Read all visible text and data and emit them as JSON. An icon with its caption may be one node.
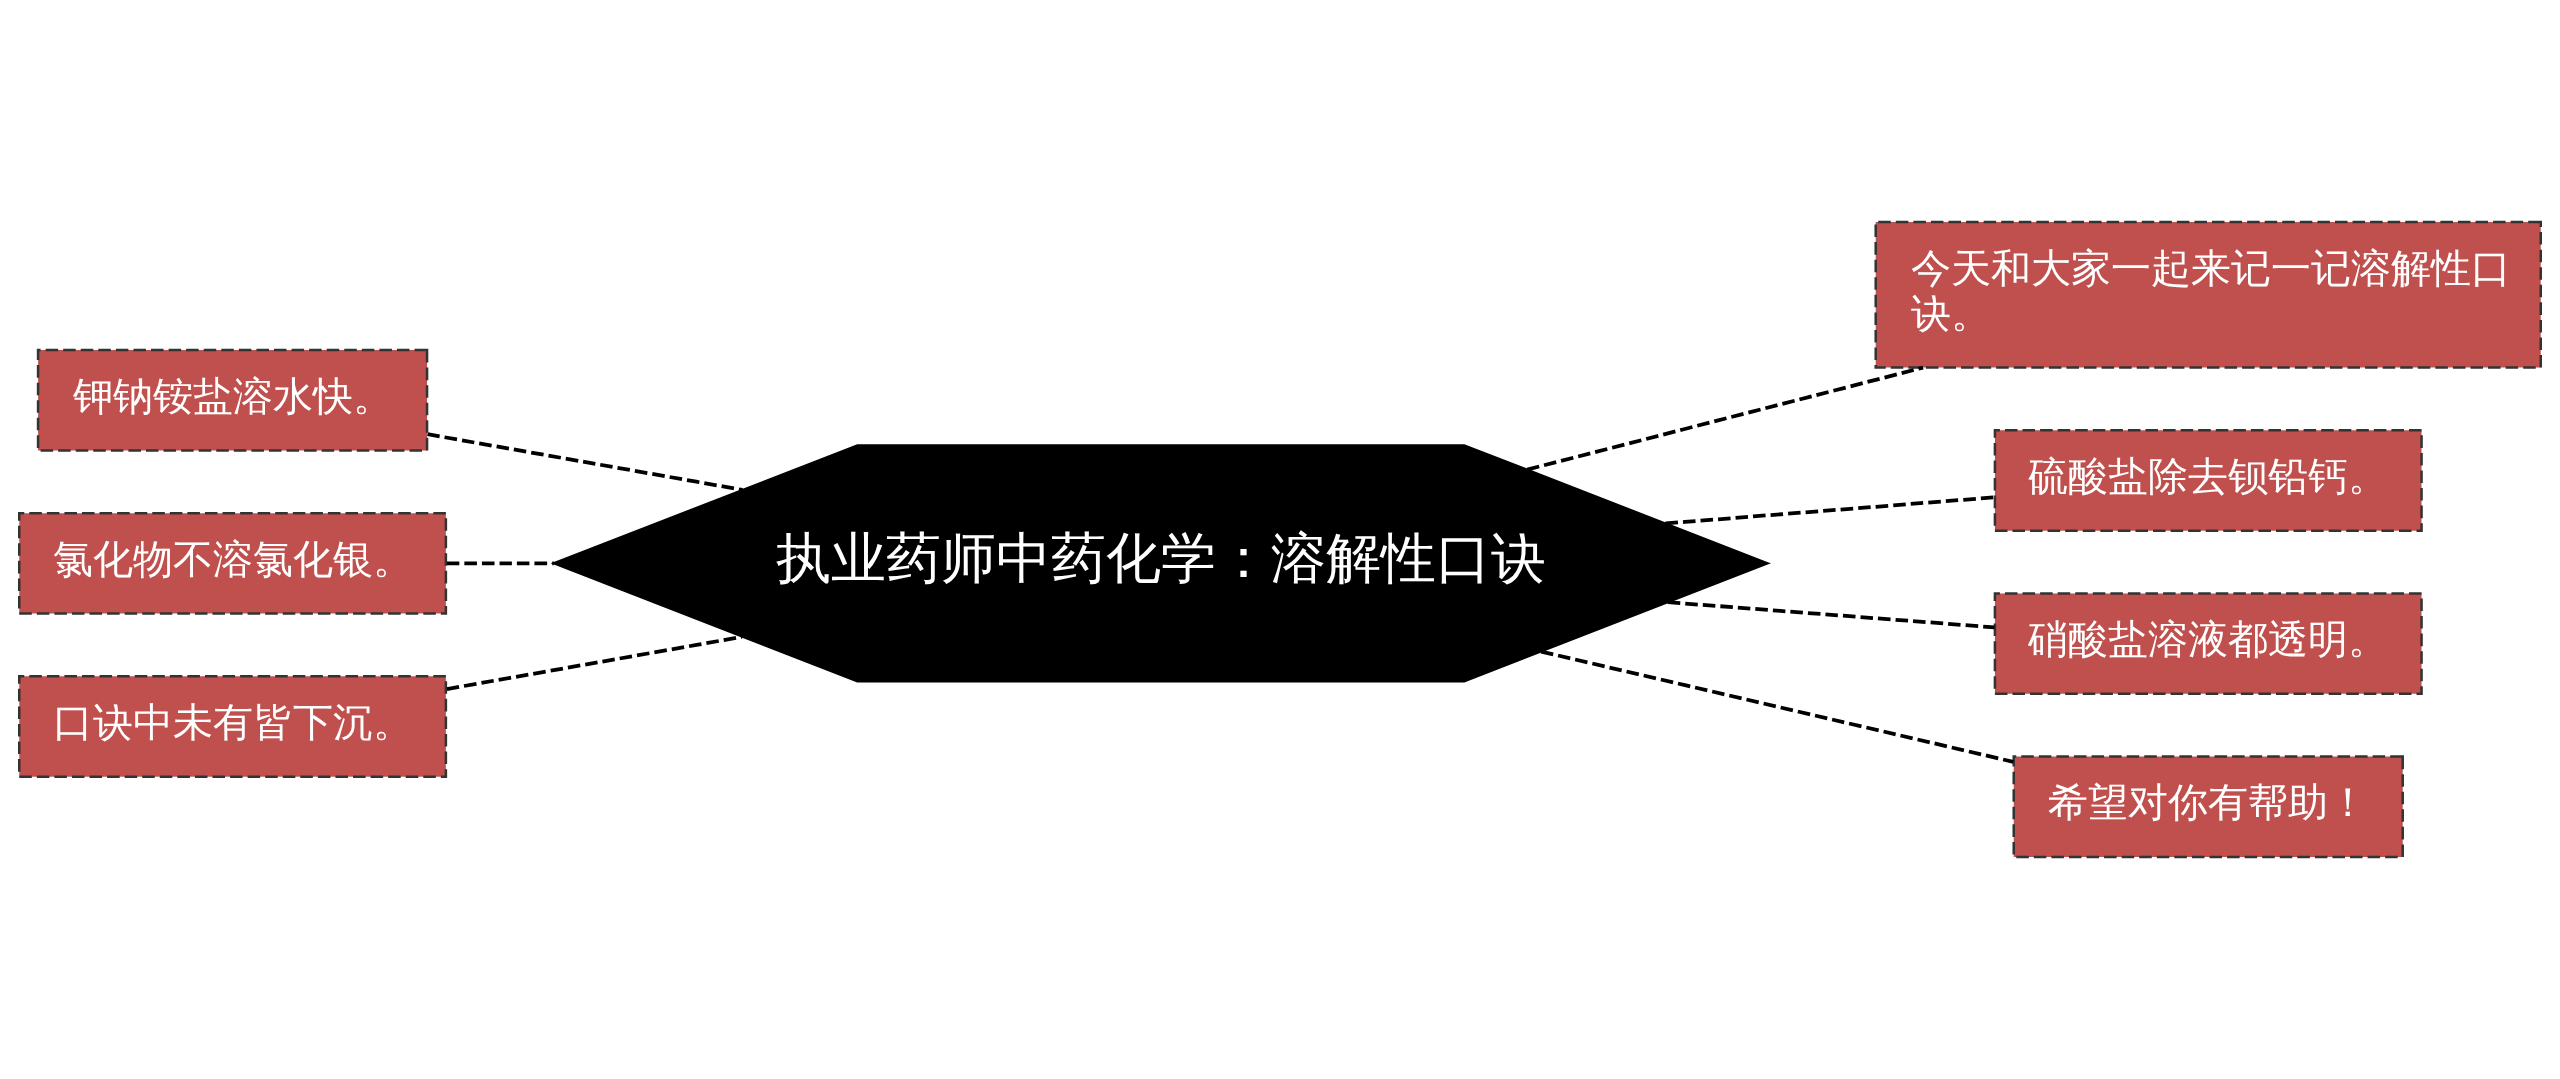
{
  "diagram": {
    "nodes": [
      {
        "text": [
          "执业药师中药化学：溶解性口诀"
        ]
      },
      {
        "text": [
          "钾钠铵盐溶水快。"
        ]
      },
      {
        "text": [
          "氯化物不溶氯化银。"
        ]
      },
      {
        "text": [
          "口诀中未有皆下沉。"
        ]
      },
      {
        "text": [
          "今天和大家一起来记一记溶解性口诀。"
        ]
      },
      {
        "text": [
          "硫酸盐除去钡铅钙。"
        ]
      },
      {
        "text": [
          "硝酸盐溶液都透明。"
        ]
      },
      {
        "text": [
          "希望对你有帮助！"
        ]
      }
    ],
    "edges": [
      {
        "from": 0,
        "to": 1,
        "arrow": "none",
        "style": "dashed"
      },
      {
        "from": 0,
        "to": 2,
        "arrow": "none",
        "style": "dashed"
      },
      {
        "from": 0,
        "to": 3,
        "arrow": "none",
        "style": "dashed"
      },
      {
        "from": 0,
        "to": 4,
        "arrow": "none",
        "style": "dashed"
      },
      {
        "from": 0,
        "to": 5,
        "arrow": "none",
        "style": "dashed"
      },
      {
        "from": 0,
        "to": 6,
        "arrow": "none",
        "style": "dashed"
      },
      {
        "from": 0,
        "to": 7,
        "arrow": "none",
        "style": "dashed"
      }
    ]
  }
}
